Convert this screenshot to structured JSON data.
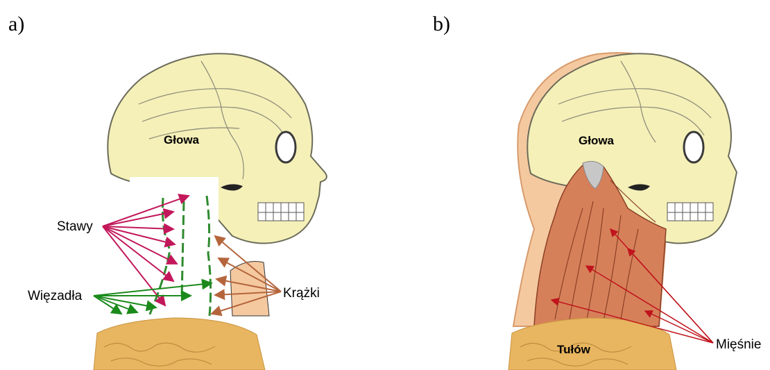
{
  "panel_a": {
    "label": "a)",
    "head_label": "Głowa",
    "joints_label": "Stawy",
    "ligaments_label": "Więzadła",
    "discs_label": "Krążki"
  },
  "panel_b": {
    "label": "b)",
    "head_label": "Głowa",
    "trunk_label": "Tułów",
    "muscles_label": "Mięśnie"
  },
  "colors": {
    "skull": "#f5f0b8",
    "skin": "#f5c9a0",
    "muscle": "#d6805a",
    "trunk": "#e8b560",
    "joints_arrow": "#c2185b",
    "ligaments_arrow": "#1b8a1b",
    "discs_arrow": "#b5653c",
    "muscles_arrow": "#c0141c"
  }
}
